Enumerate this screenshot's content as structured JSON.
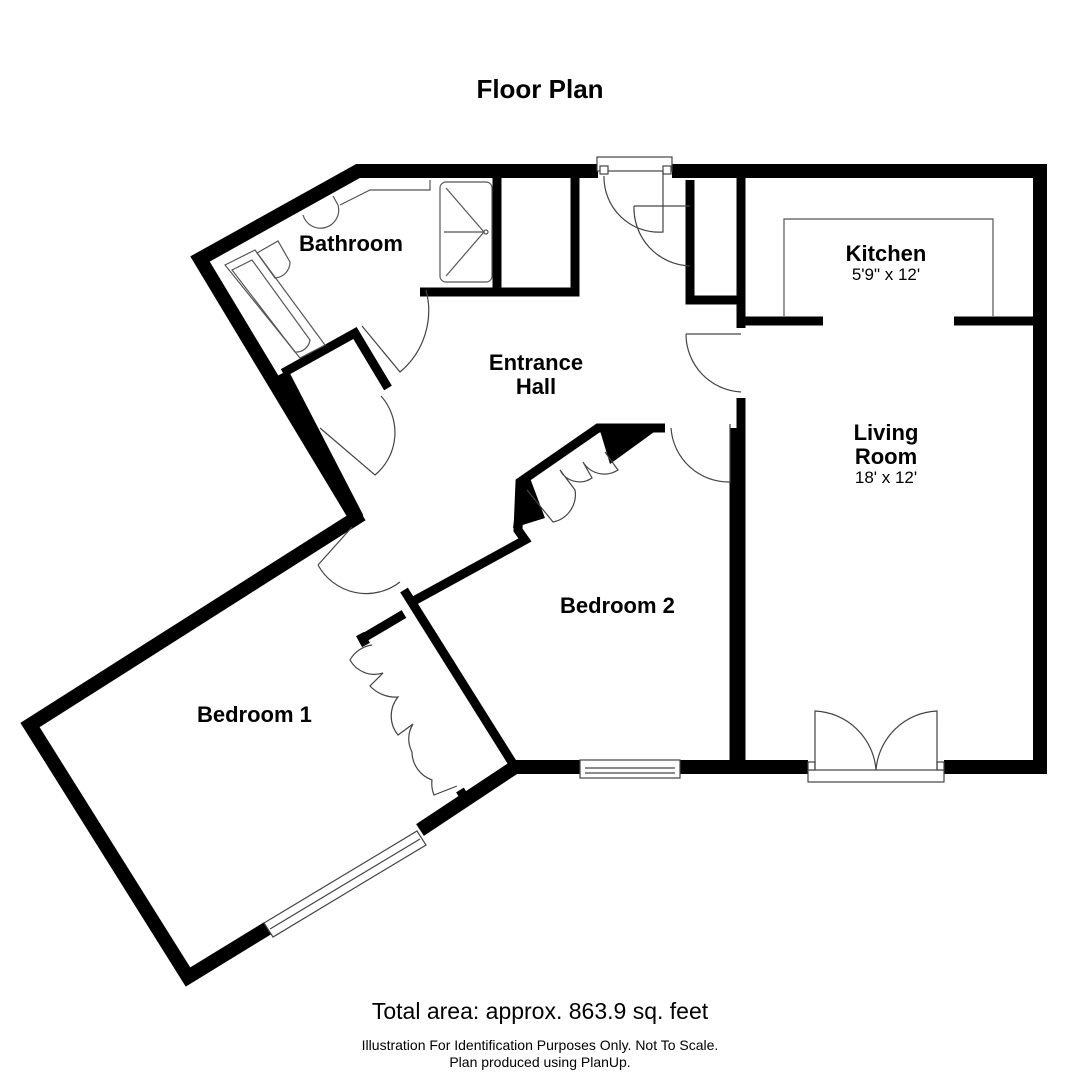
{
  "header": {
    "title": "Floor Plan"
  },
  "rooms": {
    "bathroom": {
      "name": "Bathroom"
    },
    "entrance_hall": {
      "name_line1": "Entrance",
      "name_line2": "Hall"
    },
    "kitchen": {
      "name": "Kitchen",
      "dimensions": "5'9\" x 12'"
    },
    "living_room": {
      "name_line1": "Living",
      "name_line2": "Room",
      "dimensions": "18' x 12'"
    },
    "bedroom_1": {
      "name": "Bedroom 1"
    },
    "bedroom_2": {
      "name": "Bedroom 2"
    }
  },
  "footer": {
    "total_area": "Total area: approx. 863.9 sq. feet",
    "disclaimer": "Illustration For Identification Purposes Only. Not To Scale.",
    "credit": "Plan produced using PlanUp."
  },
  "colors": {
    "wall": "#000000",
    "fixture_line": "#555555",
    "background": "#ffffff"
  }
}
